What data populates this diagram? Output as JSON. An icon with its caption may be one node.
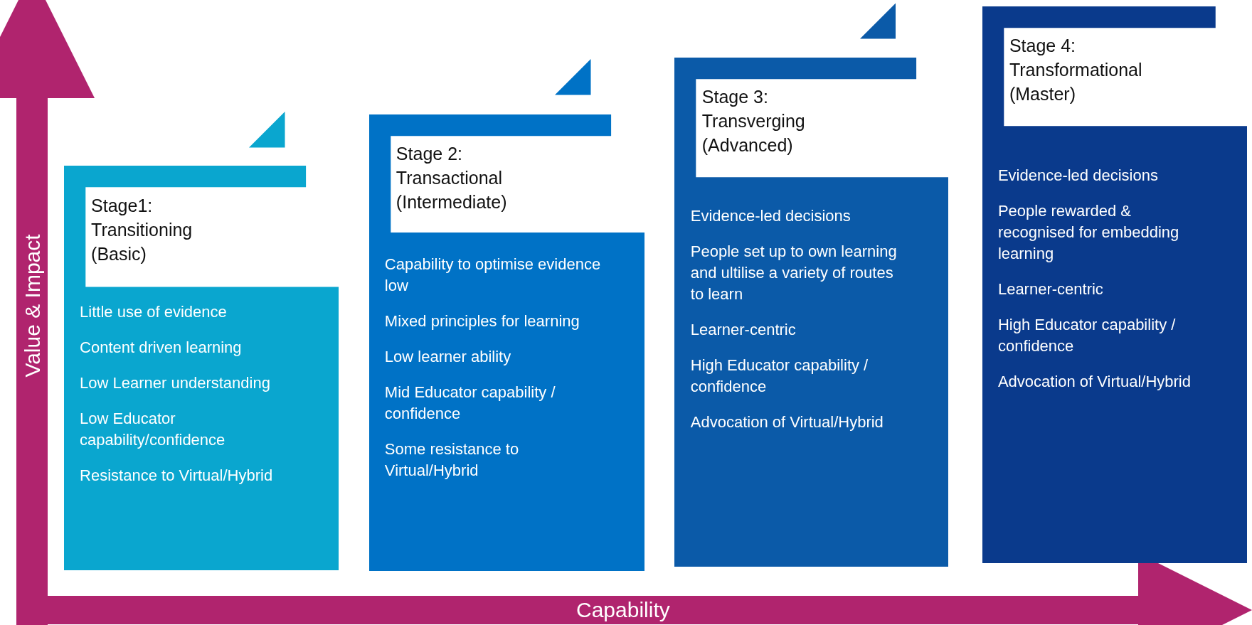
{
  "diagram": {
    "nodes": [
      {
        "text": [
          "Stage1: Transitioning (Basic)",
          "Little use of evidence",
          "Content driven learning",
          "Low Learner understanding",
          "Low Educator capability/confidence",
          "Resistance to Virtual/Hybrid"
        ]
      },
      {
        "text": [
          "Stage 2: Transactional (Intermediate)",
          "Capability to optimise evidence low",
          "Mixed principles for learning",
          "Low learner ability",
          "Mid Educator capability / confidence",
          "Some resistance to Virtual/Hybrid"
        ]
      },
      {
        "text": [
          "Stage 3: Transverging (Advanced)",
          "Evidence-led decisions",
          "People set up to own learning and ultilise a variety of routes to learn",
          "Learner-centric",
          "High Educator capability / confidence",
          "Advocation of Virtual/Hybrid"
        ]
      },
      {
        "text": [
          "Stage 4: Transformational (Master)",
          "Evidence-led decisions",
          "People rewarded & recognised for embedding learning",
          "Learner-centric",
          "High Educator capability / confidence",
          "Advocation of Virtual/Hybrid"
        ]
      }
    ],
    "edges": [],
    "labels": [
      "Value & Impact",
      "Capability"
    ]
  }
}
